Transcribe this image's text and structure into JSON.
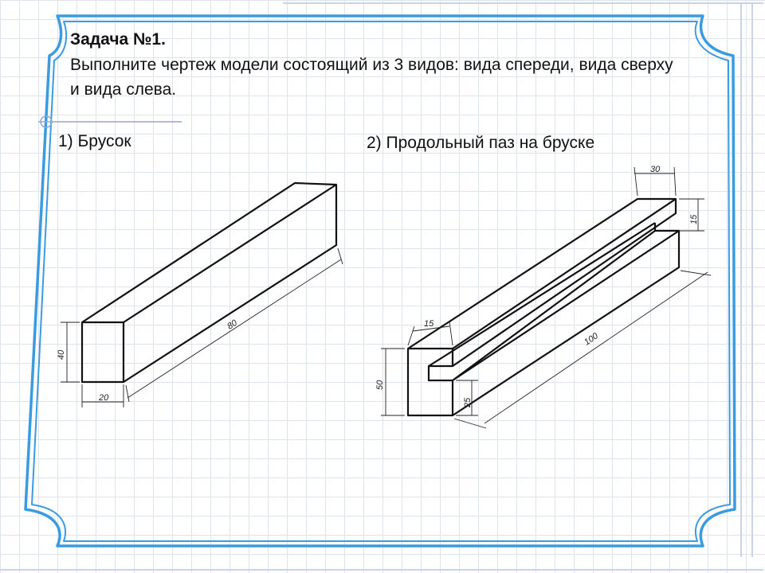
{
  "task": {
    "title": "Задача №1.",
    "text": "Выполните чертеж модели состоящий из 3 видов: вида спереди, вида сверху и вида слева."
  },
  "figures": [
    {
      "label": "1) Брусок",
      "dimensions": {
        "height": "40",
        "width": "20",
        "length": "80"
      }
    },
    {
      "label": "2) Продольный паз на бруске",
      "dimensions": {
        "top_width": "30",
        "top_depth": "15",
        "slot_width": "15",
        "height": "50",
        "lower_height": "25",
        "length": "100"
      }
    }
  ],
  "colors": {
    "frame": "#3b9be0",
    "grid": "#dfe3ec",
    "ink": "#111111"
  }
}
